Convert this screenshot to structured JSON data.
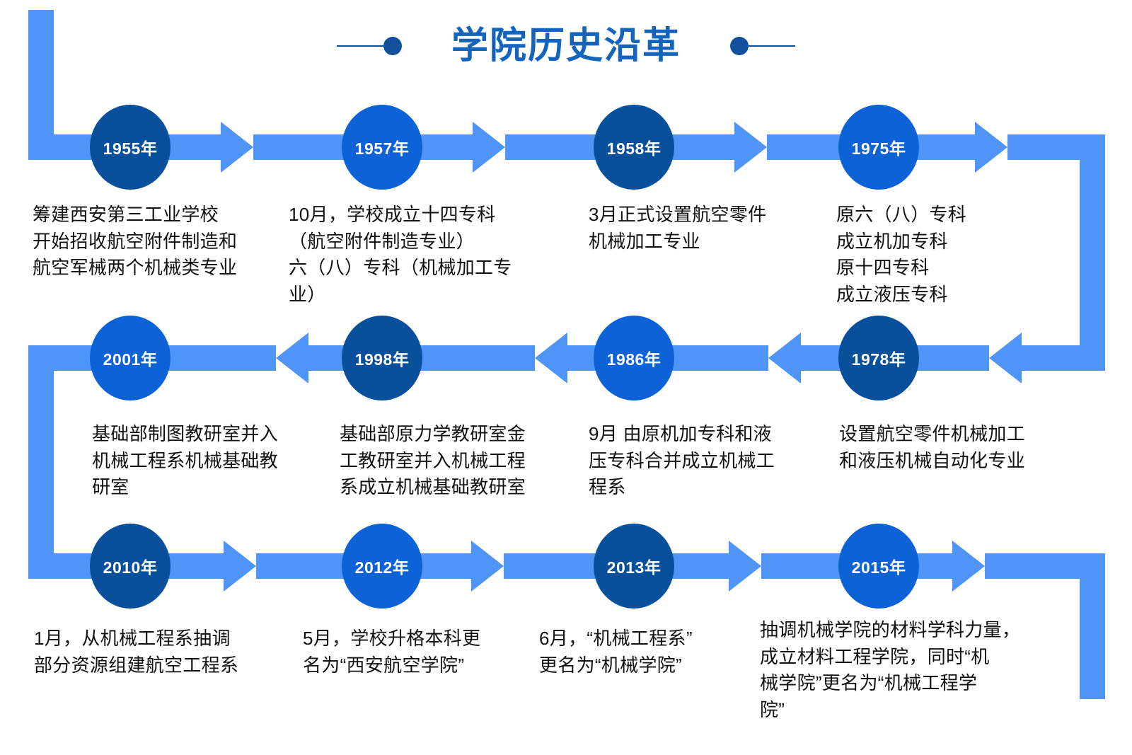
{
  "title": {
    "text": "学院历史沿革",
    "color": "#1463BC",
    "decoration": "line-dot"
  },
  "colors": {
    "title_blue": "#1463BC",
    "deco_blue": "#12509E",
    "node_dark": "#08509C",
    "node_light": "#0C62D6",
    "track_blue": "#4E95F7",
    "text_black": "#111111",
    "background": "#FFFFFF"
  },
  "timeline": {
    "rows": [
      {
        "index": 1,
        "direction": "left-to-right"
      },
      {
        "index": 2,
        "direction": "right-to-left"
      },
      {
        "index": 3,
        "direction": "left-to-right"
      }
    ],
    "events": [
      {
        "year": "1955年",
        "shade": "dark",
        "desc": "筹建西安第三工业学校\n开始招收航空附件制造和\n航空军械两个机械类专业"
      },
      {
        "year": "1957年",
        "shade": "light",
        "desc": "10月，学校成立十四专科\n（航空附件制造专业）\n六（八）专科（机械加工专\n业）"
      },
      {
        "year": "1958年",
        "shade": "dark",
        "desc": "3月正式设置航空零件\n机械加工专业"
      },
      {
        "year": "1975年",
        "shade": "light",
        "desc": "原六（八）专科\n成立机加专科\n原十四专科\n成立液压专科"
      },
      {
        "year": "2001年",
        "shade": "light",
        "desc": "基础部制图教研室并入\n机械工程系机械基础教\n研室"
      },
      {
        "year": "1998年",
        "shade": "dark",
        "desc": "基础部原力学教研室金\n工教研室并入机械工程\n系成立机械基础教研室"
      },
      {
        "year": "1986年",
        "shade": "light",
        "desc": "9月  由原机加专科和液\n压专科合并成立机械工\n程系"
      },
      {
        "year": "1978年",
        "shade": "dark",
        "desc": "设置航空零件机械加工\n和液压机械自动化专业"
      },
      {
        "year": "2010年",
        "shade": "dark",
        "desc": "1月，从机械工程系抽调\n部分资源组建航空工程系"
      },
      {
        "year": "2012年",
        "shade": "light",
        "desc": "5月，学校升格本科更\n名为“西安航空学院”"
      },
      {
        "year": "2013年",
        "shade": "dark",
        "desc": "6月，“机械工程系”\n更名为“机械学院”"
      },
      {
        "year": "2015年",
        "shade": "light",
        "desc": "抽调机械学院的材料学科力量，\n成立材料工程学院，同时“机\n械学院”更名为“机械工程学\n院”"
      }
    ]
  }
}
